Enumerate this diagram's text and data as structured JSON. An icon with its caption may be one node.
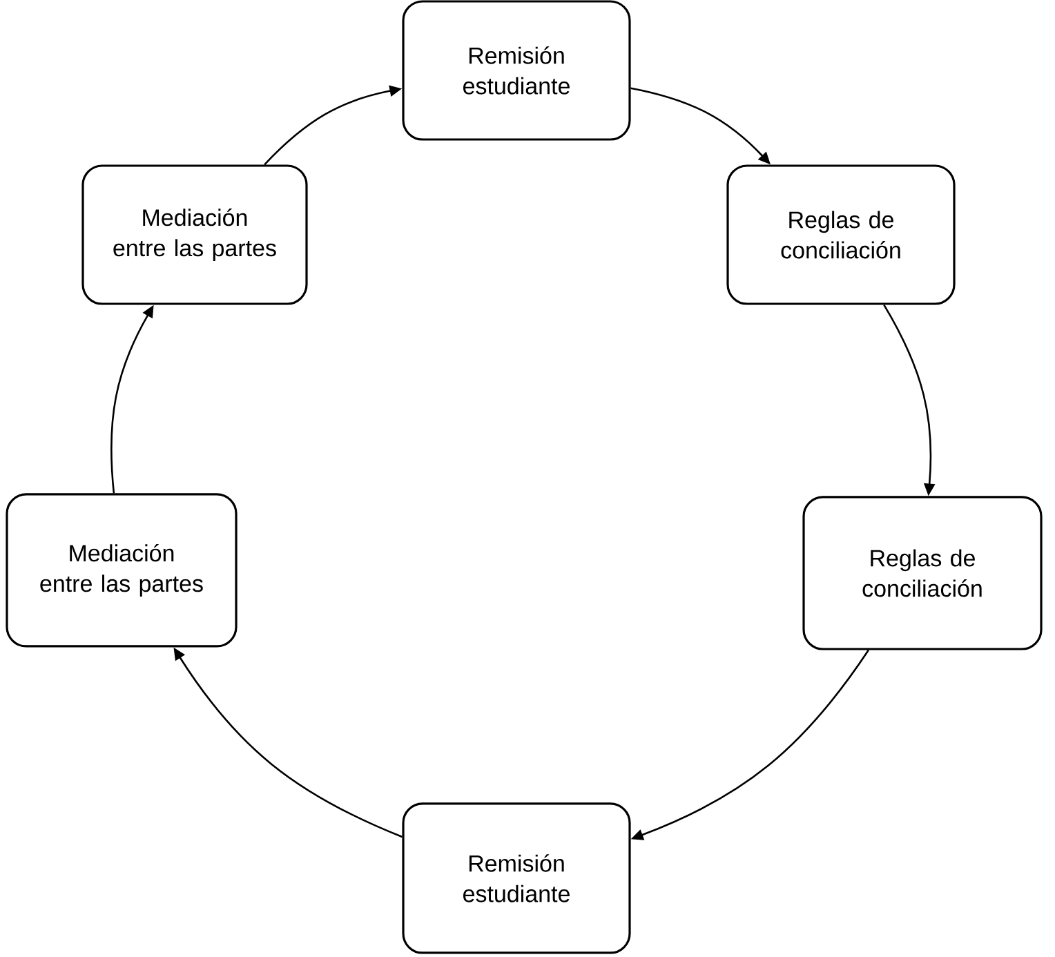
{
  "diagram": {
    "nodes": [
      {
        "text": [
          "Remisión estudiante"
        ]
      },
      {
        "text": [
          "Mediación entre las partes"
        ]
      },
      {
        "text": [
          "Reglas de conciliación"
        ]
      },
      {
        "text": [
          "Mediación entre las partes"
        ]
      },
      {
        "text": [
          "Reglas de conciliación"
        ]
      },
      {
        "text": [
          "Remisión estudiante"
        ]
      }
    ],
    "edges": [
      {
        "from": 0,
        "to": 2,
        "arrow": "to"
      },
      {
        "from": 2,
        "to": 4,
        "arrow": "to"
      },
      {
        "from": 4,
        "to": 5,
        "arrow": "to"
      },
      {
        "from": 5,
        "to": 3,
        "arrow": "to"
      },
      {
        "from": 3,
        "to": 1,
        "arrow": "to"
      },
      {
        "from": 1,
        "to": 0,
        "arrow": "to"
      }
    ]
  }
}
